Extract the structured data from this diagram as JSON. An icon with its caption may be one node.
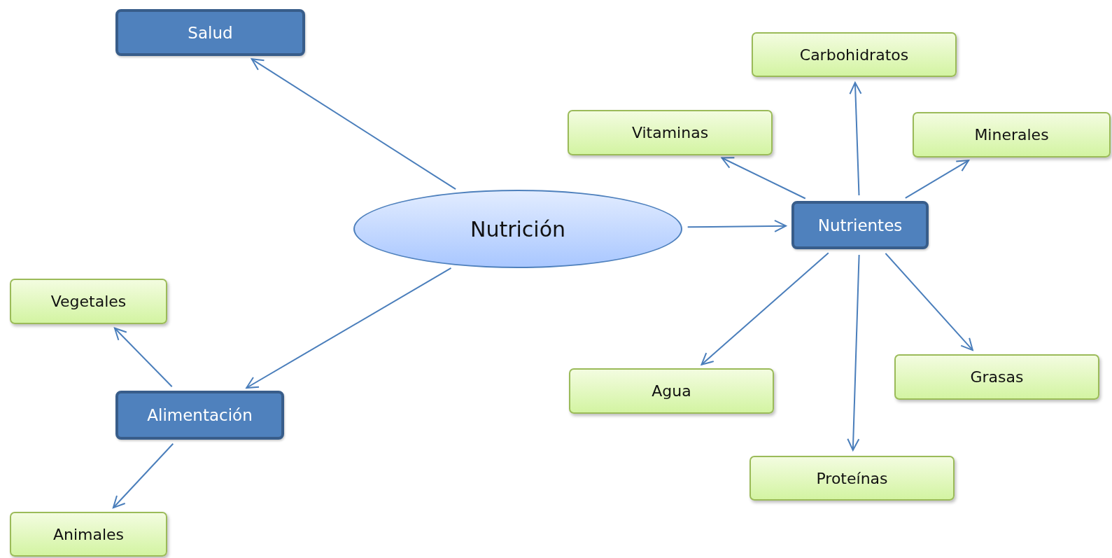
{
  "diagram": {
    "nodes": [
      {
        "text": [
          "Nutrición"
        ]
      },
      {
        "text": [
          "Salud"
        ]
      },
      {
        "text": [
          "Alimentación"
        ]
      },
      {
        "text": [
          "Vegetales"
        ]
      },
      {
        "text": [
          "Animales"
        ]
      },
      {
        "text": [
          "Nutrientes"
        ]
      },
      {
        "text": [
          "Carbohidratos"
        ]
      },
      {
        "text": [
          "Vitaminas"
        ]
      },
      {
        "text": [
          "Minerales"
        ]
      },
      {
        "text": [
          "Agua"
        ]
      },
      {
        "text": [
          "Grasas"
        ]
      },
      {
        "text": [
          "Proteínas"
        ]
      }
    ],
    "edges": [
      {
        "from": 0,
        "to": 1,
        "arrow": "to"
      },
      {
        "from": 0,
        "to": 2,
        "arrow": "to"
      },
      {
        "from": 0,
        "to": 5,
        "arrow": "to"
      },
      {
        "from": 2,
        "to": 3,
        "arrow": "to"
      },
      {
        "from": 2,
        "to": 4,
        "arrow": "to"
      },
      {
        "from": 5,
        "to": 6,
        "arrow": "to"
      },
      {
        "from": 5,
        "to": 7,
        "arrow": "to"
      },
      {
        "from": 5,
        "to": 8,
        "arrow": "to"
      },
      {
        "from": 5,
        "to": 9,
        "arrow": "to"
      },
      {
        "from": 5,
        "to": 10,
        "arrow": "to"
      },
      {
        "from": 5,
        "to": 11,
        "arrow": "to"
      }
    ]
  }
}
